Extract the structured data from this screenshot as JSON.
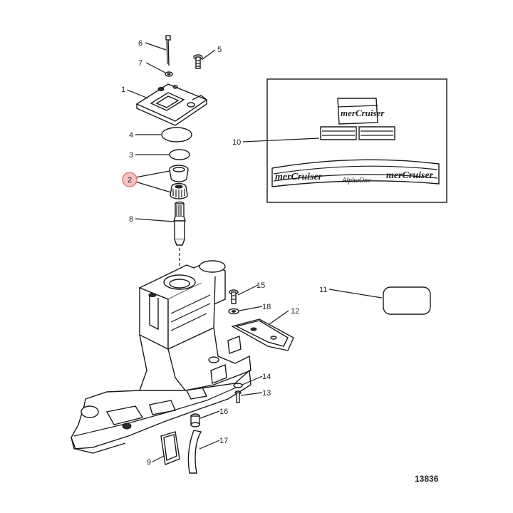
{
  "figure_number": "13836",
  "callouts": {
    "c1": "1",
    "c2": "2",
    "c3": "3",
    "c4": "4",
    "c5": "5",
    "c6": "6",
    "c7": "7",
    "c8": "8",
    "c9": "9",
    "c10": "10",
    "c11": "11",
    "c12": "12",
    "c13": "13",
    "c14": "14",
    "c15": "15",
    "c16": "16",
    "c17": "17",
    "c18": "18"
  },
  "decals": {
    "brand": "merCruiser",
    "model": "AlphaOne"
  },
  "highlight": {
    "callout": "2",
    "color": "#f7b7b7",
    "border_color": "#e06a6a"
  }
}
